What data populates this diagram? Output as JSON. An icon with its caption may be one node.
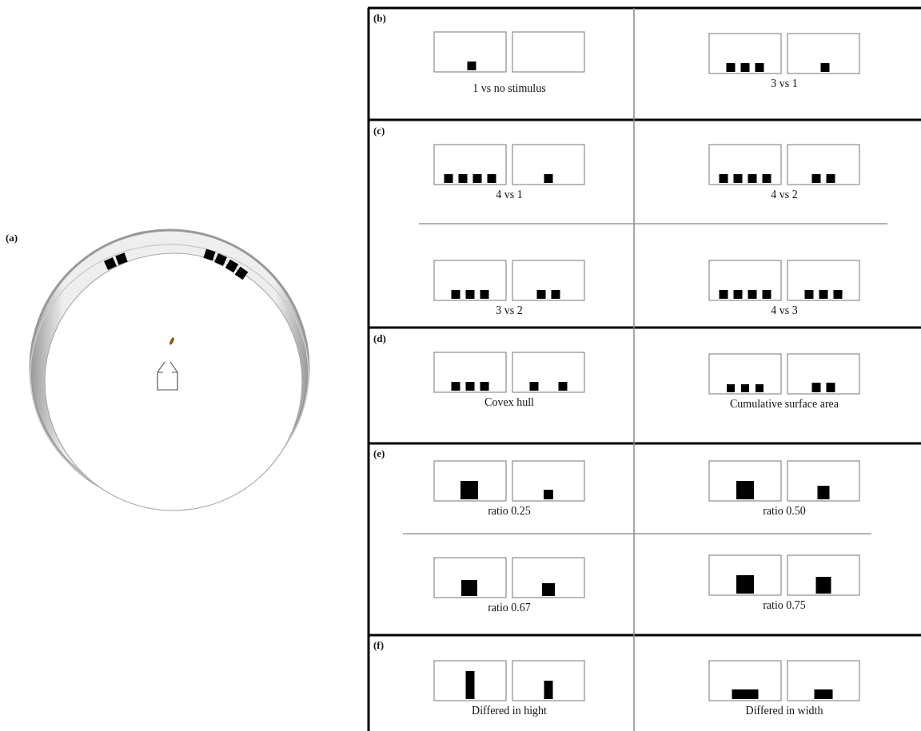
{
  "diagram": {
    "labels": [
      "(a)",
      "(b)",
      "1 vs no stimulus",
      "3 vs 1",
      "(c)",
      "4 vs 1",
      "4 vs 2",
      "3 vs 2",
      "4 vs 3",
      "(d)",
      "Covex hull",
      "Cumulative surface area",
      "(e)",
      "ratio 0.25",
      "ratio 0.50",
      "ratio 0.67",
      "ratio 0.75",
      "(f)",
      "Differed in hight",
      "Differed in width"
    ]
  }
}
